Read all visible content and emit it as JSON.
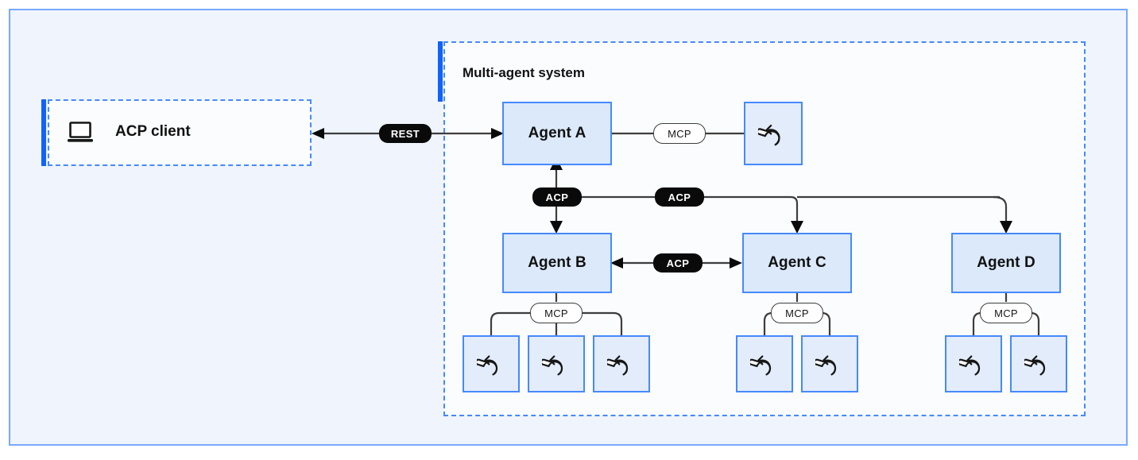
{
  "diagram": {
    "title_hidden": "",
    "client_group": {
      "name": "acp-client-group",
      "label": "ACP client",
      "icon": "laptop-icon"
    },
    "system_group": {
      "name": "multi-agent-system-group",
      "label": "Multi-agent system"
    },
    "protocols": {
      "rest": "REST",
      "acp": "ACP",
      "mcp": "MCP"
    },
    "agents": [
      {
        "id": "agent-a",
        "label": "Agent A",
        "tools": 1
      },
      {
        "id": "agent-b",
        "label": "Agent B",
        "tools": 3
      },
      {
        "id": "agent-c",
        "label": "Agent C",
        "tools": 2
      },
      {
        "id": "agent-d",
        "label": "Agent D",
        "tools": 2
      }
    ],
    "connections": [
      {
        "from": "acp-client",
        "to": "agent-a",
        "protocol": "REST",
        "direction": "bidirectional"
      },
      {
        "from": "agent-a",
        "to": "agent-b",
        "protocol": "ACP",
        "direction": "bidirectional"
      },
      {
        "from": "agent-a",
        "to": "agent-c",
        "protocol": "ACP",
        "direction": "to"
      },
      {
        "from": "agent-a",
        "to": "agent-d",
        "protocol": "ACP",
        "direction": "to"
      },
      {
        "from": "agent-b",
        "to": "agent-c",
        "protocol": "ACP",
        "direction": "bidirectional"
      },
      {
        "from": "agent-a",
        "to": "tool",
        "protocol": "MCP",
        "direction": "none"
      },
      {
        "from": "agent-b",
        "to": "tools",
        "protocol": "MCP",
        "direction": "none"
      },
      {
        "from": "agent-c",
        "to": "tools",
        "protocol": "MCP",
        "direction": "none"
      },
      {
        "from": "agent-d",
        "to": "tools",
        "protocol": "MCP",
        "direction": "none"
      }
    ],
    "tool_icon": "wrench-icon",
    "colors": {
      "frame_border": "#78a9ff",
      "frame_fill": "#eff4fd",
      "group_border": "#4589ff",
      "accent": "#1062fe",
      "node_fill": "#dbe9fb",
      "node_border": "#4589ff",
      "badge_dark": "#0a0a0a",
      "wire": "#3d3d3d"
    }
  }
}
